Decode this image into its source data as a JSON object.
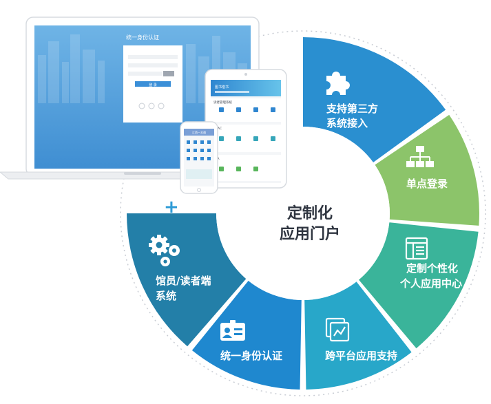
{
  "center": {
    "line1": "定制化",
    "line2": "应用门户"
  },
  "plus_symbol": "+",
  "colors": {
    "seg_support_third_party": "#2a8fd0",
    "seg_sso": "#8cc46a",
    "seg_personal_center": "#3ab49a",
    "seg_cross_platform": "#28a7c9",
    "seg_identity": "#1f88cf",
    "seg_reader_system": "#237fa8"
  },
  "segments": [
    {
      "id": "support-third-party",
      "icon": "puzzle-icon",
      "lines": [
        "支持第三方",
        "系统接入"
      ]
    },
    {
      "id": "sso",
      "icon": "org-chart-icon",
      "lines": [
        "单点登录"
      ]
    },
    {
      "id": "personal-center",
      "icon": "window-layout-icon",
      "lines": [
        "定制个性化",
        "个人应用中心"
      ]
    },
    {
      "id": "cross-platform",
      "icon": "chart-card-icon",
      "lines": [
        "跨平台应用支持"
      ]
    },
    {
      "id": "identity",
      "icon": "id-card-icon",
      "lines": [
        "统一身份认证"
      ]
    },
    {
      "id": "reader-system",
      "icon": "gears-icon",
      "lines": [
        "馆员/读者端",
        "系统"
      ]
    }
  ],
  "laptop": {
    "title": "统一身份认证",
    "login_button": "登 录"
  },
  "tablet": {
    "banner_title": "图书借书",
    "section1": "读者管理系统",
    "section2": "OPAC",
    "section3": "FEA"
  },
  "phone": {
    "header": "江西一本通"
  }
}
